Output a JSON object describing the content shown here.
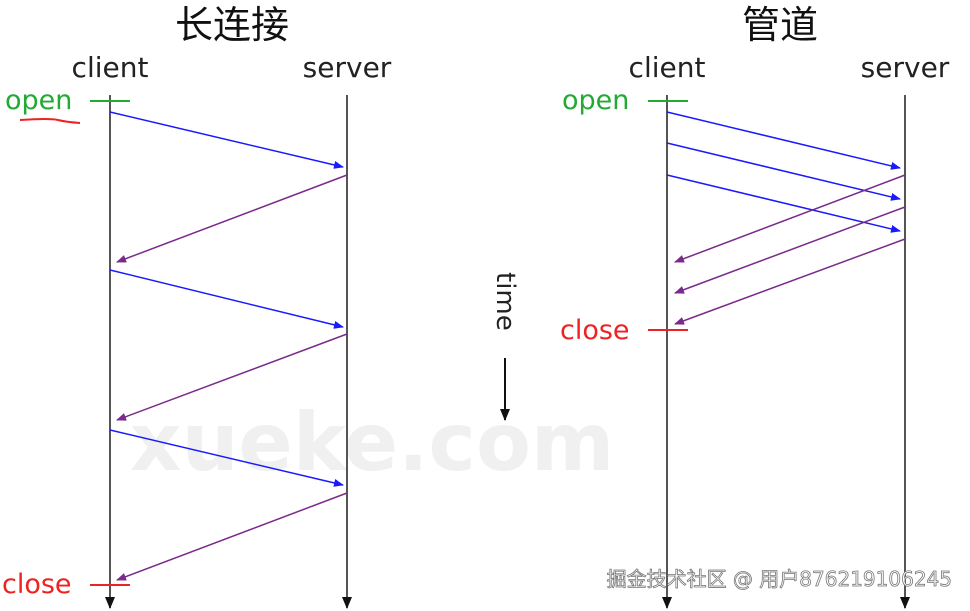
{
  "watermark_bg": "xueke.com",
  "watermark_footer": "掘金技术社区 @ 用户876219106245",
  "time_label": "time",
  "colors": {
    "request": "#1a1aff",
    "response": "#7a2a8a",
    "open": "#22aa33",
    "close": "#ee2222",
    "lifeline": "#555555"
  },
  "left": {
    "title": "长连接",
    "client": "client",
    "server": "server",
    "open": "open",
    "close": "close"
  },
  "right": {
    "title": "管道",
    "client": "client",
    "server": "server",
    "open": "open",
    "close": "close"
  }
}
